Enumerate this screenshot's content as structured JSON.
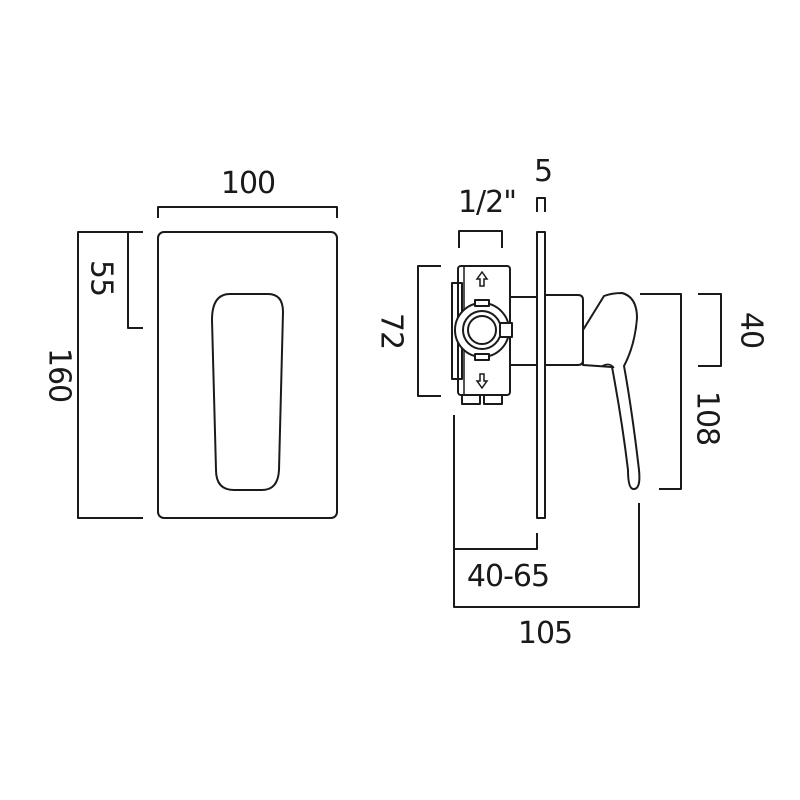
{
  "dimensions": {
    "front_width": "100",
    "front_height": "160",
    "front_handle_offset": "55",
    "pipe_thread": "1/2\"",
    "plate_thickness": "5",
    "body_height": "72",
    "handle_height": "40",
    "side_height": "108",
    "wall_depth": "40-65",
    "total_depth": "105"
  },
  "icons": {
    "flow_up": "up-arrow-icon",
    "flow_down": "down-arrow-icon"
  },
  "colors": {
    "line": "#1a1a1a",
    "background": "#ffffff"
  }
}
